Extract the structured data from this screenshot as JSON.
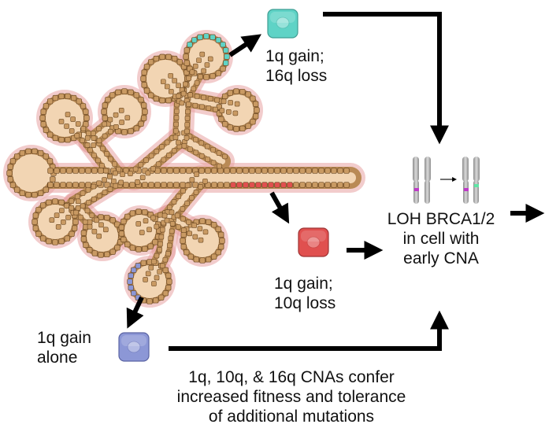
{
  "diagram": {
    "labels": {
      "teal_cell": [
        "1q gain;",
        "16q loss"
      ],
      "red_cell": [
        "1q gain;",
        "10q loss"
      ],
      "blue_cell": [
        "1q gain",
        "alone"
      ],
      "loh": [
        "LOH BRCA1/2",
        "in cell with",
        "early CNA"
      ],
      "footer": [
        "1q, 10q, & 16q CNAs confer",
        "increased fitness and tolerance",
        "of additional mutations"
      ]
    },
    "colors": {
      "teal": "#5fd3c6",
      "red": "#e0504f",
      "blue": "#8c97d6",
      "duct_fill": "#f2d5b3",
      "epithelium": "#b98a55",
      "stroma": "#e8a3a3",
      "chromosome": "#b9b9b9",
      "mark_magenta": "#c03ac9",
      "mark_green": "#5fe6a5",
      "arrow": "#000000"
    },
    "icons": [
      "breast-duct-tree-icon",
      "teal-cell-icon",
      "red-cell-icon",
      "blue-cell-icon",
      "chromosome-pair-icon",
      "arrow-icon"
    ]
  }
}
